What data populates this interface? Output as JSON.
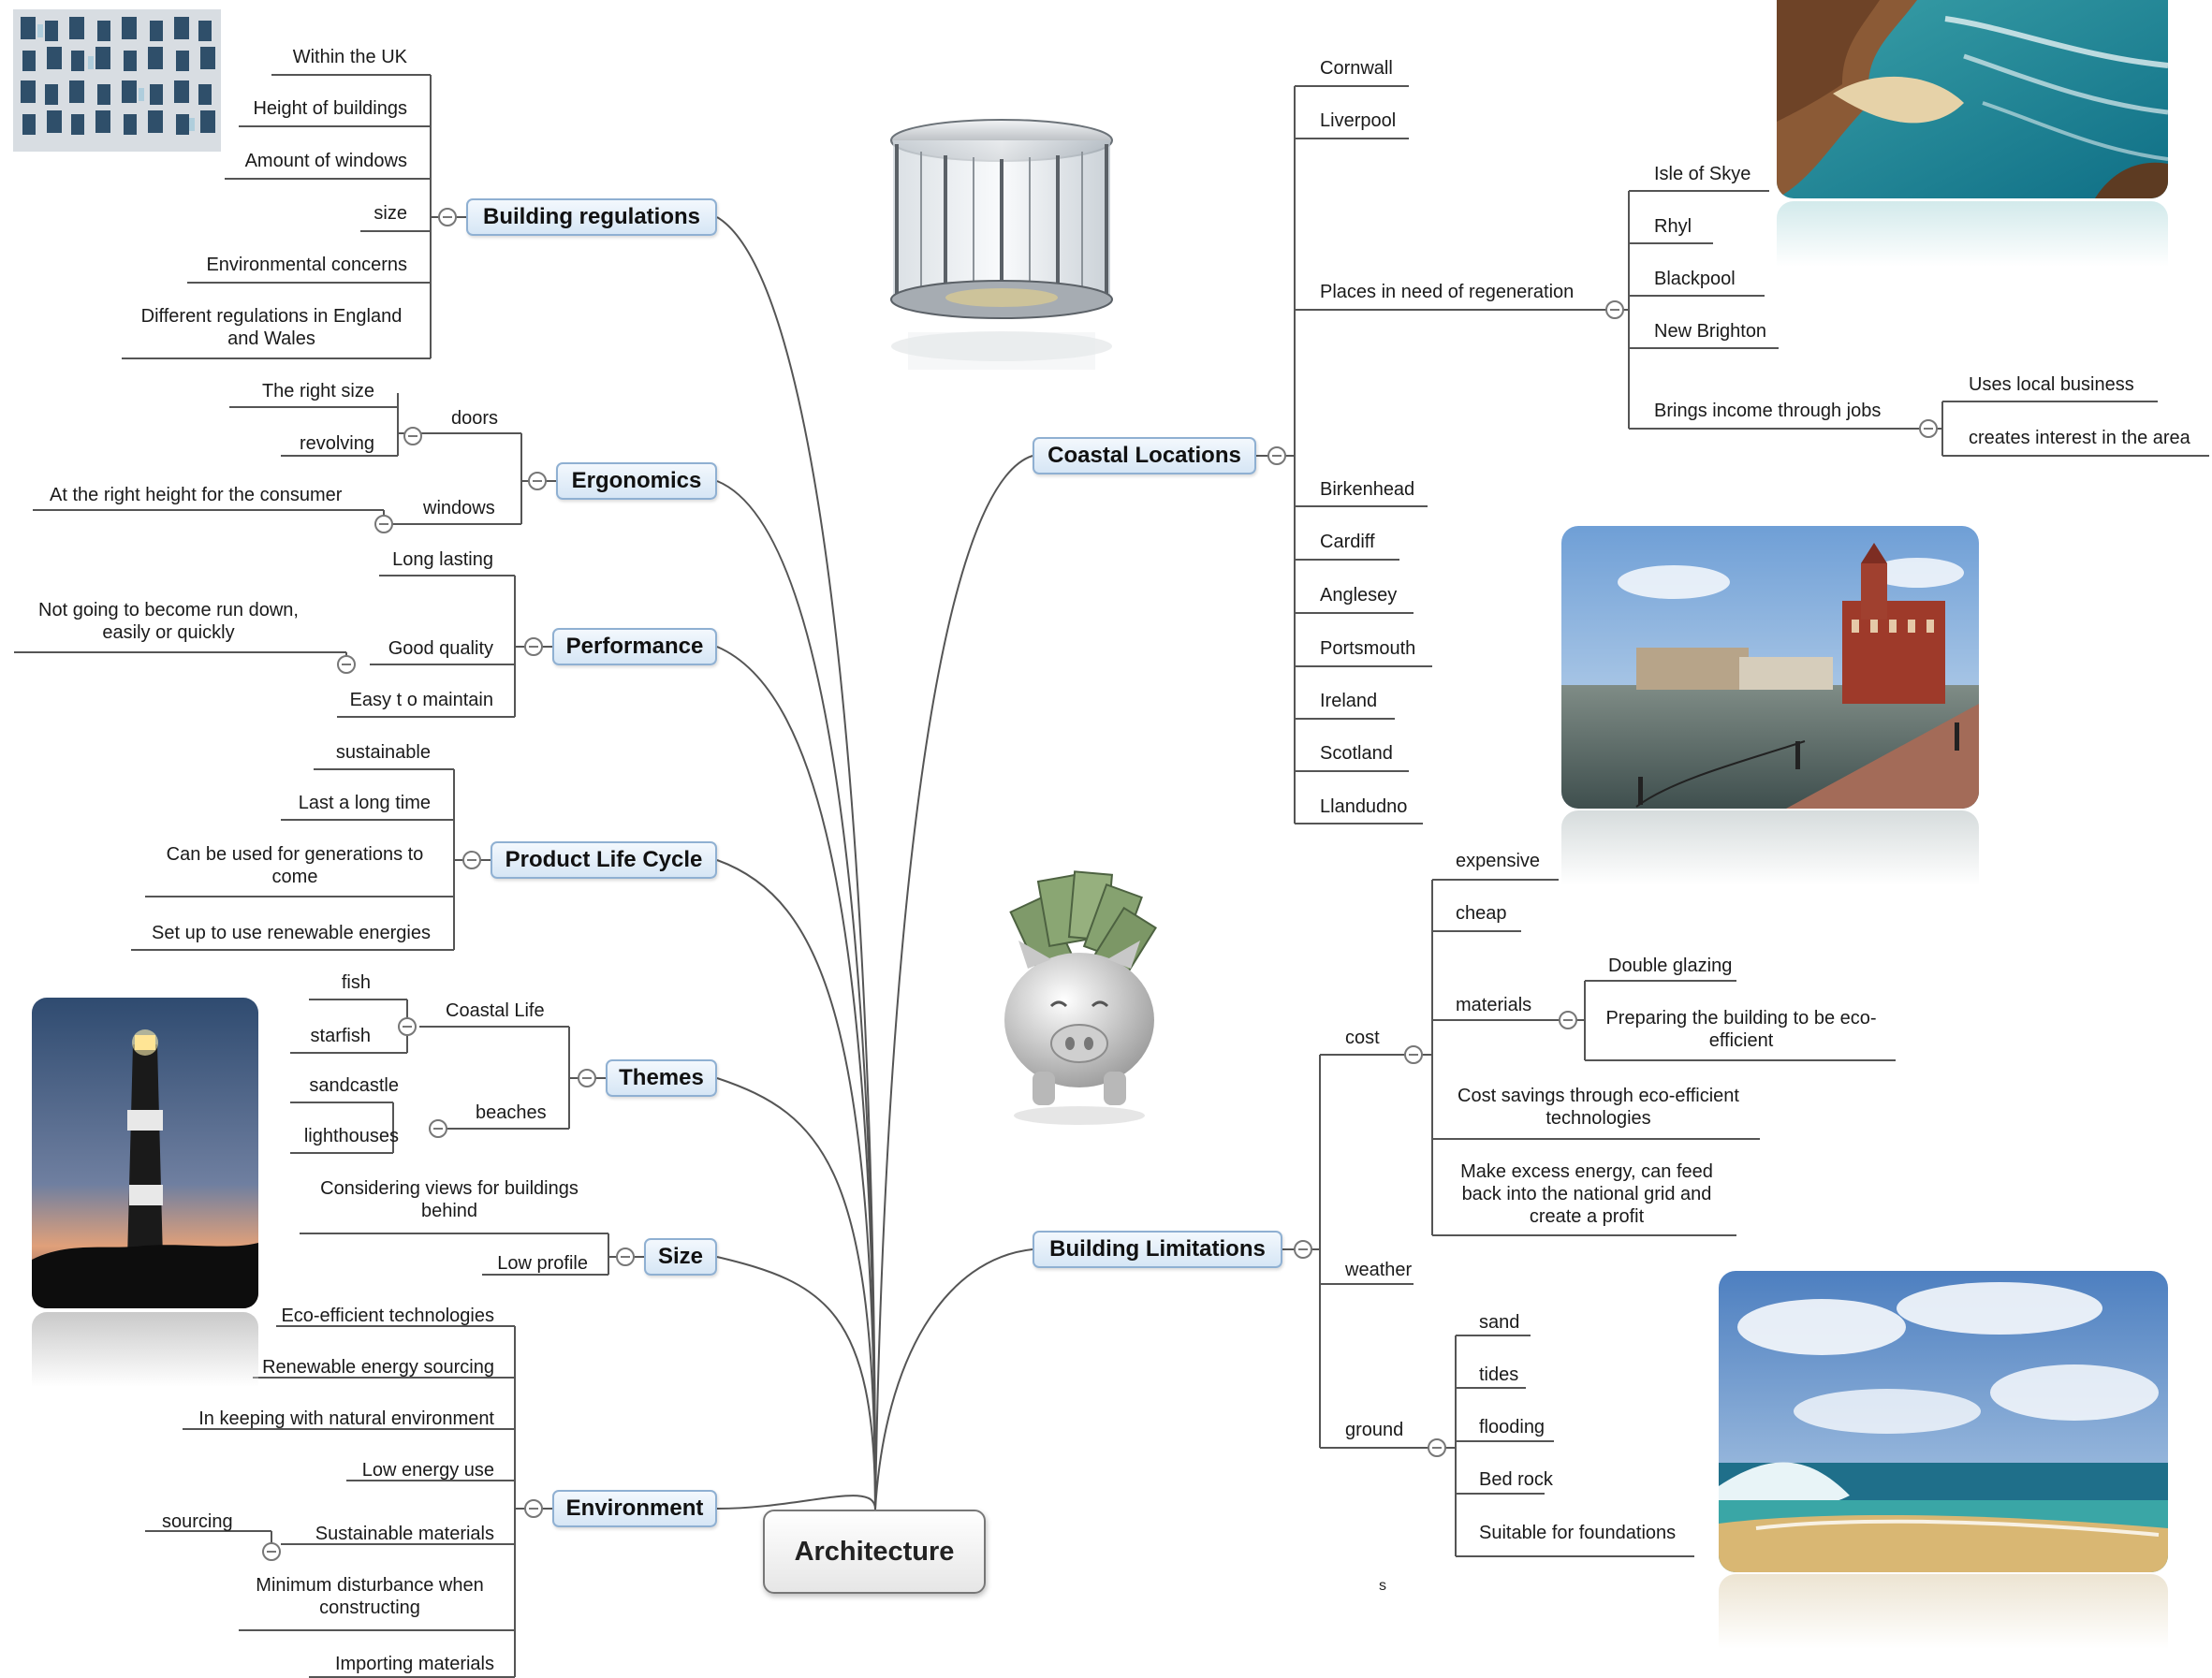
{
  "central": "Architecture",
  "topics": {
    "building_regulations": {
      "label": "Building regulations",
      "items": [
        "Within the UK",
        "Height of buildings",
        "Amount of windows",
        "size",
        "Environmental concerns",
        "Different regulations in England and Wales"
      ]
    },
    "ergonomics": {
      "label": "Ergonomics",
      "doors": "doors",
      "doors_items": [
        "The right size",
        "revolving"
      ],
      "windows": "windows",
      "windows_items": [
        "At the right height for the consumer"
      ]
    },
    "performance": {
      "label": "Performance",
      "long_lasting": "Long lasting",
      "good_quality": "Good quality",
      "good_quality_items": [
        "Not  going to become run down, easily or quickly"
      ],
      "easy_maintain": "Easy t o maintain"
    },
    "product_life_cycle": {
      "label": "Product Life Cycle",
      "items": [
        "sustainable",
        "Last a long time",
        "Can be used for generations to come",
        "Set up to use renewable energies"
      ]
    },
    "themes": {
      "label": "Themes",
      "coastal_life": "Coastal Life",
      "coastal_life_items": [
        "fish",
        "starfish"
      ],
      "beaches": "beaches",
      "beaches_items": [
        "sandcastle",
        "lighthouses"
      ]
    },
    "size": {
      "label": "Size",
      "items": [
        "Considering views for buildings behind",
        "Low profile"
      ]
    },
    "environment": {
      "label": "Environment",
      "items": [
        "Eco-efficient technologies",
        "Renewable energy sourcing",
        "In keeping with natural environment",
        "Low energy use",
        "Sustainable materials",
        "Minimum disturbance when constructing",
        "Importing materials"
      ],
      "sourcing": "sourcing"
    },
    "coastal_locations": {
      "label": "Coastal Locations",
      "items_top": [
        "Cornwall",
        "Liverpool"
      ],
      "regeneration": "Places in need of regeneration",
      "regeneration_items": [
        "Isle of Skye",
        "Rhyl",
        "Blackpool",
        "New Brighton"
      ],
      "brings_income": "Brings income through jobs",
      "income_items": [
        "Uses local business",
        "creates interest in the area"
      ],
      "items_bottom": [
        "Birkenhead",
        "Cardiff",
        "Anglesey",
        "Portsmouth",
        "Ireland",
        "Scotland",
        "Llandudno"
      ]
    },
    "building_limitations": {
      "label": "Building Limitations",
      "cost": "cost",
      "cost_items": [
        "expensive",
        "cheap"
      ],
      "materials": "materials",
      "materials_items": [
        "Double glazing",
        "Preparing the building to be eco-efficient"
      ],
      "cost_savings": "Cost savings through eco-efficient technologies",
      "excess_energy": "Make excess energy, can feed back into the national grid and create a profit",
      "weather": "weather",
      "ground": "ground",
      "ground_items": [
        "sand",
        "tides",
        "flooding",
        "Bed rock",
        "Suitable for foundations"
      ]
    }
  },
  "stray_mark": "s",
  "colors": {
    "topic_border": "#8fb0d2",
    "topic_fill": "#d6e6f5",
    "connector": "#555555"
  },
  "icons": [
    "collapse-toggle-icon",
    "office-building-photo",
    "revolving-door-photo",
    "coastal-cliff-photo",
    "cardiff-bay-photo",
    "piggy-bank-money-photo",
    "lighthouse-photo",
    "beach-waves-photo"
  ]
}
